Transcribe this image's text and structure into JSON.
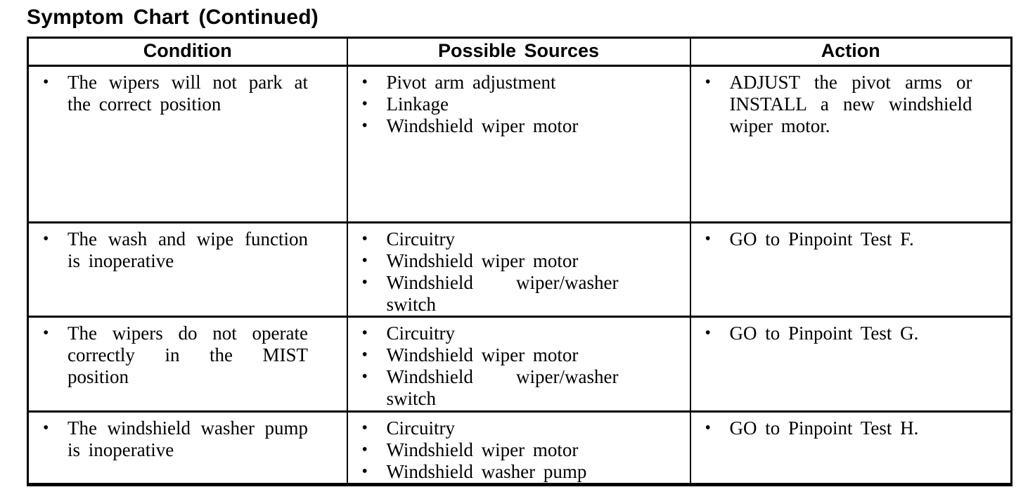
{
  "title": "Symptom Chart (Continued)",
  "icons": {
    "bullet": "•"
  },
  "table": {
    "headers": [
      "Condition",
      "Possible Sources",
      "Action"
    ],
    "rows": [
      {
        "condition": [
          "The wipers will not park at the correct position"
        ],
        "sources": [
          "Pivot arm adjustment",
          "Linkage",
          "Windshield wiper motor"
        ],
        "action": [
          "ADJUST the pivot arms or INSTALL a new windshield wiper motor."
        ]
      },
      {
        "condition": [
          "The wash and wipe function is inoperative"
        ],
        "sources": [
          "Circuitry",
          "Windshield wiper motor",
          "Windshield wiper/washer switch"
        ],
        "action": [
          "GO to Pinpoint Test F."
        ]
      },
      {
        "condition": [
          "The wipers do not operate correctly in the MIST position"
        ],
        "sources": [
          "Circuitry",
          "Windshield wiper motor",
          "Windshield wiper/washer switch"
        ],
        "action": [
          "GO to Pinpoint Test G."
        ]
      },
      {
        "condition": [
          "The windshield washer pump is inoperative"
        ],
        "sources": [
          "Circuitry",
          "Windshield wiper motor",
          "Windshield washer pump"
        ],
        "action": [
          "GO to Pinpoint Test H."
        ]
      }
    ]
  }
}
